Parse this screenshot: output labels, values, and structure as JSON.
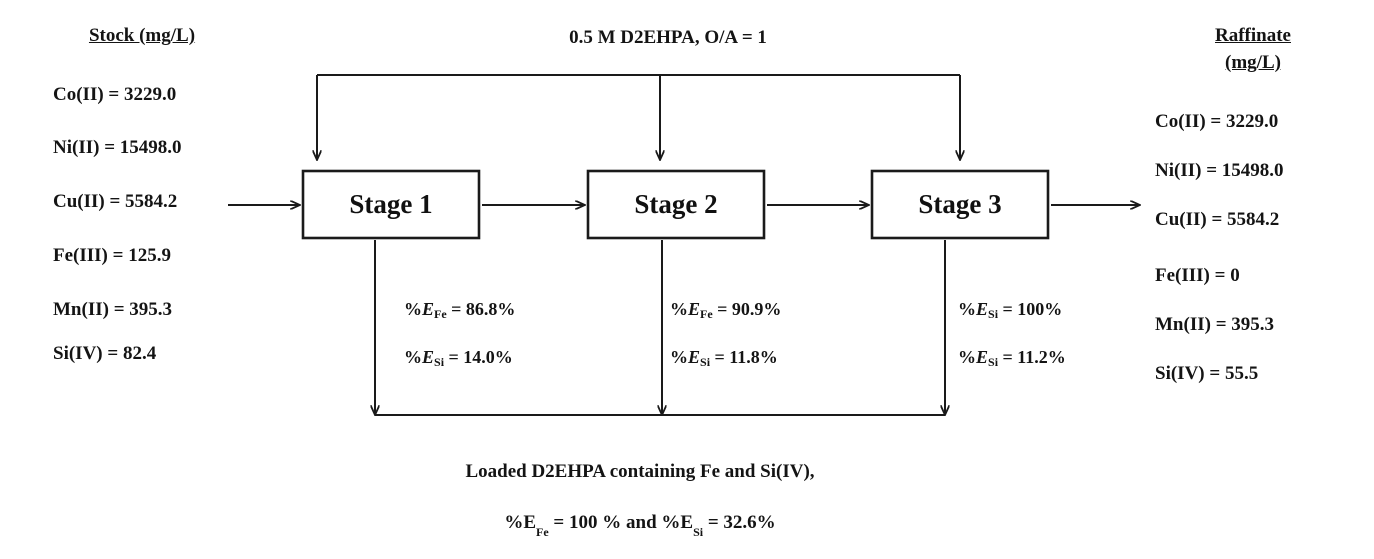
{
  "diagram": {
    "title_top": "0.5 M D2EHPA, O/A = 1",
    "stock": {
      "heading": "Stock (mg/L)",
      "items": [
        "Co(II) = 3229.0",
        "Ni(II) = 15498.0",
        "Cu(II) = 5584.2",
        "Fe(III) = 125.9",
        "Mn(II) = 395.3",
        "Si(IV) = 82.4"
      ]
    },
    "raffinate": {
      "heading_line1": "Raffinate",
      "heading_line2": "(mg/L)",
      "items": [
        "Co(II) = 3229.0",
        "Ni(II) = 15498.0",
        "Cu(II) = 5584.2",
        "Fe(III) = 0",
        "Mn(II) = 395.3",
        "Si(IV) = 55.5"
      ]
    },
    "stages": [
      {
        "label": "Stage 1",
        "eff": [
          {
            "prefix": "%",
            "sym": "E",
            "sub": "Fe",
            "value": " = 86.8%"
          },
          {
            "prefix": "%",
            "sym": "E",
            "sub": "Si",
            "value": " = 14.0%"
          }
        ]
      },
      {
        "label": "Stage 2",
        "eff": [
          {
            "prefix": "%",
            "sym": "E",
            "sub": "Fe",
            "value": " = 90.9%"
          },
          {
            "prefix": "%",
            "sym": "E",
            "sub": "Si",
            "value": " = 11.8%"
          }
        ]
      },
      {
        "label": "Stage 3",
        "eff": [
          {
            "prefix": "%",
            "sym": "E",
            "sub": "Si",
            "value": " = 100%"
          },
          {
            "prefix": "%",
            "sym": "E",
            "sub": "Si",
            "value": " = 11.2%"
          }
        ]
      }
    ],
    "bottom": {
      "line1": "Loaded D2EHPA containing Fe and Si(IV),",
      "line2_a": "%",
      "line2_sym1": "E",
      "line2_sub1": "Fe",
      "line2_b": " = 100 % and %",
      "line2_sym2": "E",
      "line2_sub2": "Si",
      "line2_c": " = 32.6%"
    },
    "colors": {
      "line": "#1a1a1a",
      "text": "#141414",
      "background": "#ffffff"
    }
  }
}
